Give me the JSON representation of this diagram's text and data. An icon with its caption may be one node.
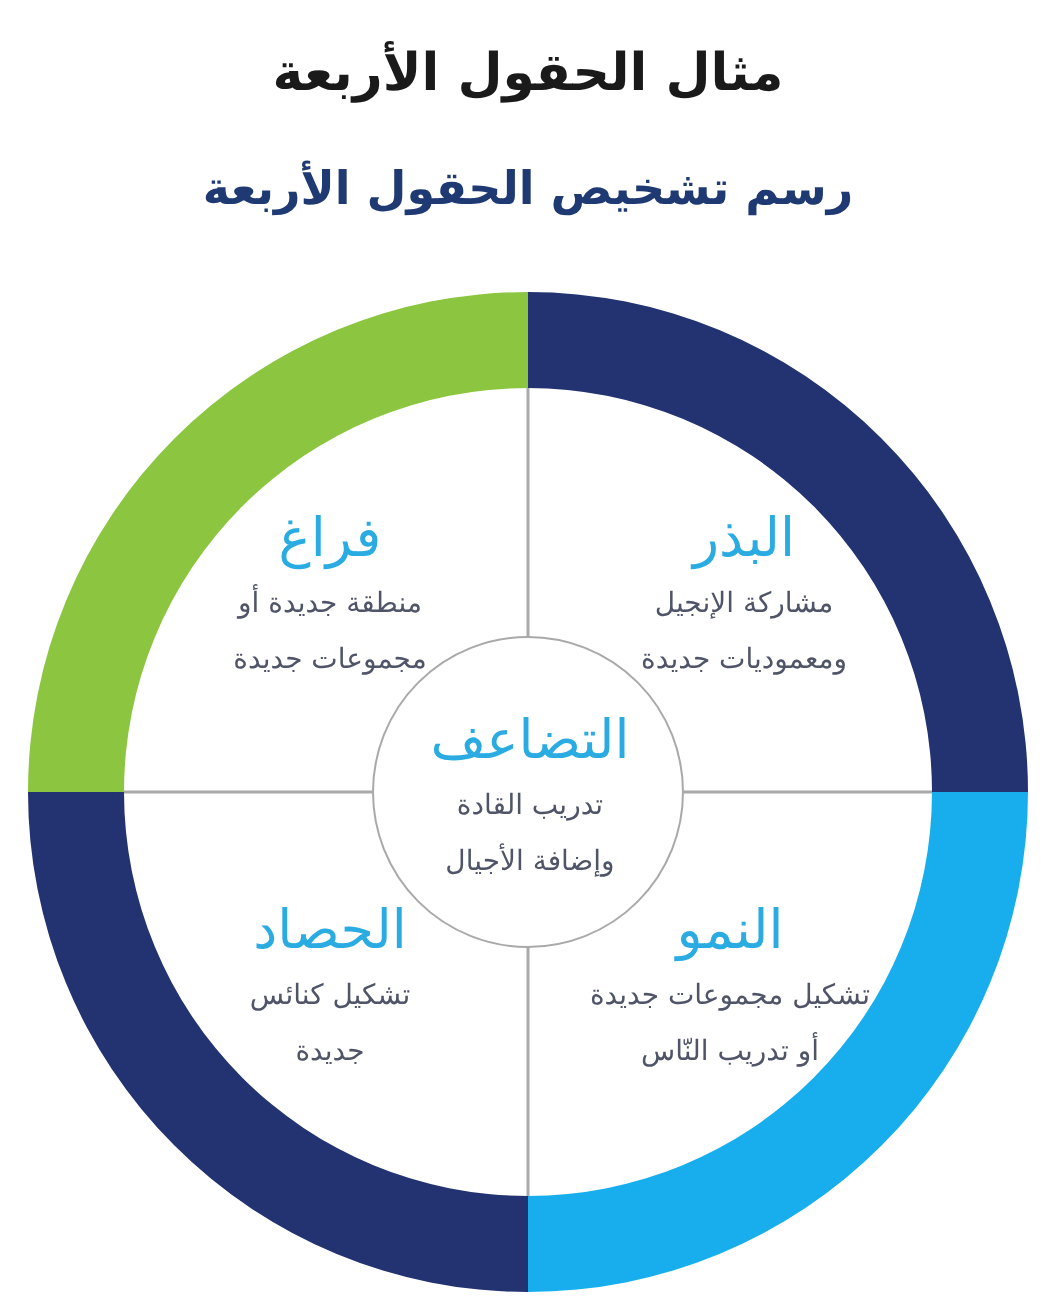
{
  "diagram": {
    "title": "مثال الحقول الأربعة",
    "nodes": [
      {
        "text": [
          "البذر",
          "مشاركة الإنجيل ومعموديات جديدة"
        ]
      },
      {
        "text": [
          "فراغ",
          "منطقة جديدة أو مجموعات جديدة"
        ]
      },
      {
        "text": [
          "التضاعف",
          "تدريب القادة وإضافة الأجيال"
        ]
      },
      {
        "text": [
          "النمو",
          "تشكيل مجموعات جديدة أو تدريب النّاس"
        ]
      },
      {
        "text": [
          "الحصاد",
          "تشكيل كنائس جديدة"
        ]
      }
    ],
    "labels": [
      "رسم تشخيص الحقول الأربعة"
    ]
  }
}
